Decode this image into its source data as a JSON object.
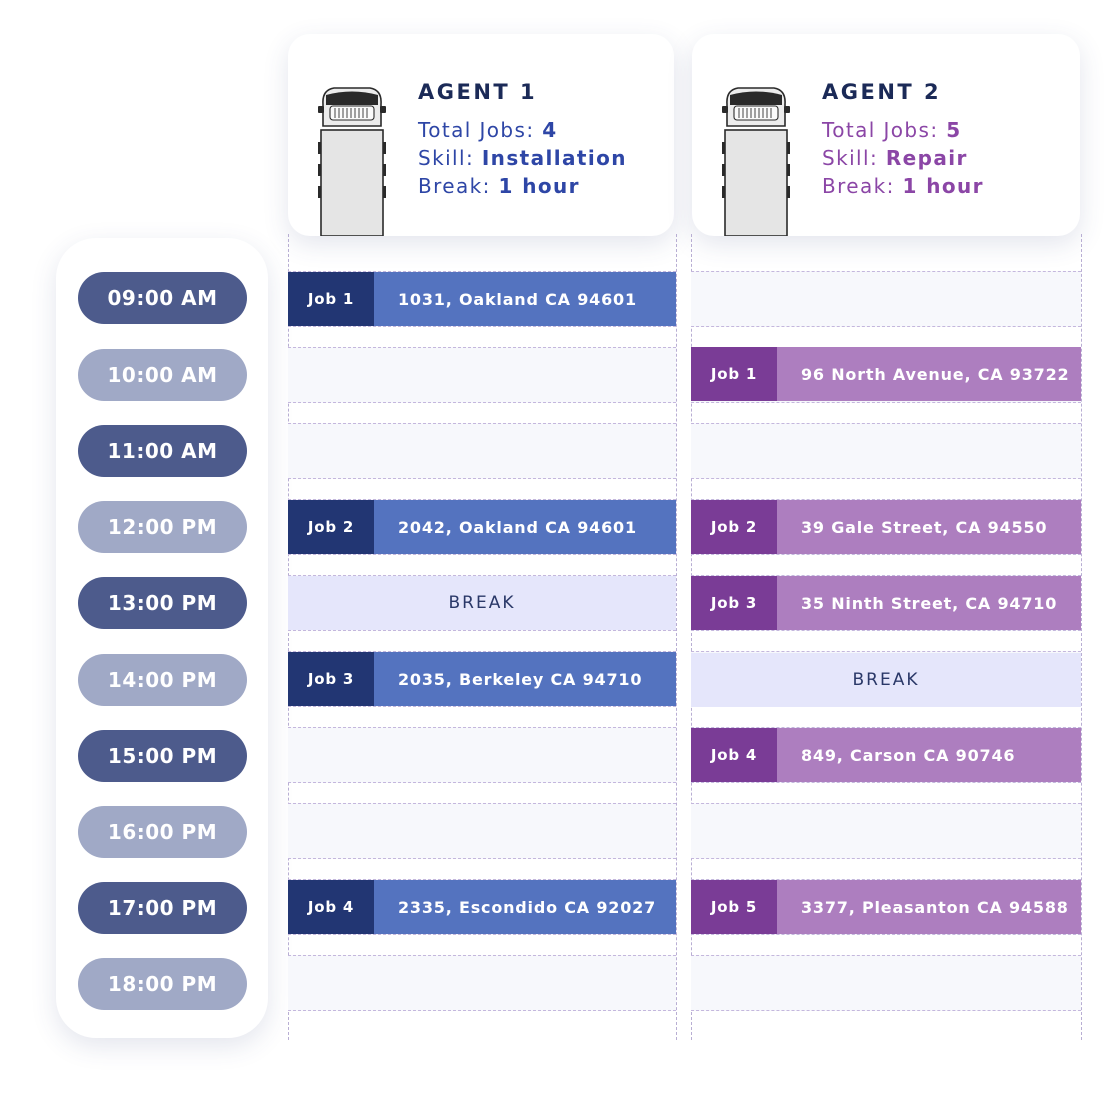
{
  "agents": [
    {
      "name": "AGENT 1",
      "jobs_label": "Total Jobs: ",
      "jobs_value": "4",
      "skill_label": "Skill: ",
      "skill_value": "Installation",
      "break_label": "Break: ",
      "break_value": "1 hour",
      "accent": "#2e46a6"
    },
    {
      "name": "AGENT 2",
      "jobs_label": "Total Jobs: ",
      "jobs_value": "5",
      "skill_label": "Skill: ",
      "skill_value": "Repair",
      "break_label": "Break: ",
      "break_value": "1 hour",
      "accent": "#8b46a6"
    }
  ],
  "times": [
    "09:00 AM",
    "10:00 AM",
    "11:00 AM",
    "12:00 PM",
    "13:00 PM",
    "14:00 PM",
    "15:00 PM",
    "16:00 PM",
    "17:00 PM",
    "18:00 PM"
  ],
  "schedule": {
    "agent1": {
      "job1": {
        "label": "Job 1",
        "address": "1031, Oakland CA 94601"
      },
      "job2": {
        "label": "Job 2",
        "address": "2042, Oakland CA 94601"
      },
      "break": "BREAK",
      "job3": {
        "label": "Job 3",
        "address": "2035, Berkeley CA 94710"
      },
      "job4": {
        "label": "Job 4",
        "address": "2335, Escondido CA 92027"
      }
    },
    "agent2": {
      "job1": {
        "label": "Job 1",
        "address": "96 North Avenue, CA 93722"
      },
      "job2": {
        "label": "Job 2",
        "address": "39 Gale Street, CA 94550"
      },
      "job3": {
        "label": "Job 3",
        "address": "35 Ninth Street, CA 94710"
      },
      "break": "BREAK",
      "job4": {
        "label": "Job 4",
        "address": "849, Carson CA 90746"
      },
      "job5": {
        "label": "Job 5",
        "address": "3377, Pleasanton CA 94588"
      }
    }
  },
  "colors": {
    "agent1_dark": "#223673",
    "agent1_light": "#5473bf",
    "agent2_dark": "#7a3c96",
    "agent2_light": "#ad7ebf",
    "time_dark": "#4d5b8c",
    "time_light": "#a0a9c6",
    "break_bg": "#e5e6fb"
  },
  "icons": {
    "vehicle": "truck-icon"
  }
}
